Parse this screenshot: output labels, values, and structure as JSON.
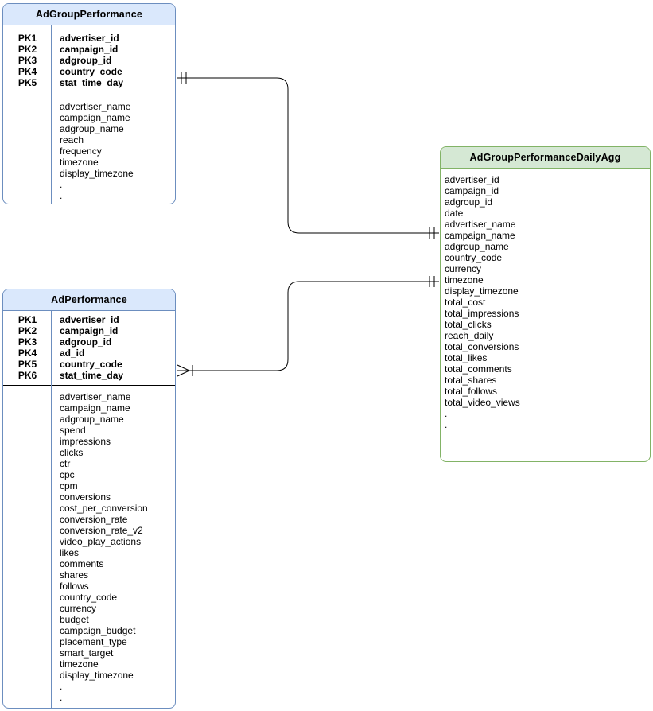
{
  "diagram": {
    "type": "entity-relationship-diagram",
    "background_color": "#ffffff",
    "line_color": "#000000",
    "entities": [
      {
        "title": "AdGroupPerformance",
        "fill": "#dae8fc",
        "stroke": "#6c8ebf",
        "primary_keys": [
          {
            "key": "PK1",
            "field": "advertiser_id"
          },
          {
            "key": "PK2",
            "field": "campaign_id"
          },
          {
            "key": "PK3",
            "field": "adgroup_id"
          },
          {
            "key": "PK4",
            "field": "country_code"
          },
          {
            "key": "PK5",
            "field": "stat_time_day"
          }
        ],
        "fields": [
          "advertiser_name",
          "campaign_name",
          "adgroup_name",
          "reach",
          "frequency",
          "timezone",
          "display_timezone",
          ".",
          "."
        ]
      },
      {
        "title": "AdPerformance",
        "fill": "#dae8fc",
        "stroke": "#6c8ebf",
        "primary_keys": [
          {
            "key": "PK1",
            "field": "advertiser_id"
          },
          {
            "key": "PK2",
            "field": "campaign_id"
          },
          {
            "key": "PK3",
            "field": "adgroup_id"
          },
          {
            "key": "PK4",
            "field": "ad_id"
          },
          {
            "key": "PK5",
            "field": "country_code"
          },
          {
            "key": "PK6",
            "field": "stat_time_day"
          }
        ],
        "fields": [
          "advertiser_name",
          "campaign_name",
          "adgroup_name",
          "spend",
          "impressions",
          "clicks",
          "ctr",
          "cpc",
          "cpm",
          "conversions",
          "cost_per_conversion",
          "conversion_rate",
          "conversion_rate_v2",
          "video_play_actions",
          "likes",
          "comments",
          "shares",
          "follows",
          "country_code",
          "currency",
          "budget",
          "campaign_budget",
          "placement_type",
          "smart_target",
          "timezone",
          "display_timezone",
          ".",
          "."
        ]
      },
      {
        "title": "AdGroupPerformanceDailyAgg",
        "fill": "#d5e8d4",
        "stroke": "#82b366",
        "primary_keys": [],
        "fields": [
          "advertiser_id",
          "campaign_id",
          "adgroup_id",
          "date",
          "advertiser_name",
          "campaign_name",
          "adgroup_name",
          "country_code",
          "currency",
          "timezone",
          "display_timezone",
          "total_cost",
          "total_impressions",
          "total_clicks",
          "reach_daily",
          "total_conversions",
          "total_likes",
          "total_comments",
          "total_shares",
          "total_follows",
          "total_video_views",
          ".",
          "."
        ]
      }
    ],
    "relationships": [
      {
        "from": "AdGroupPerformance",
        "to": "AdGroupPerformanceDailyAgg",
        "from_cardinality": "exactly-one",
        "to_cardinality": "exactly-one"
      },
      {
        "from": "AdPerformance",
        "to": "AdGroupPerformanceDailyAgg",
        "from_cardinality": "one-or-many",
        "to_cardinality": "exactly-one"
      }
    ]
  }
}
